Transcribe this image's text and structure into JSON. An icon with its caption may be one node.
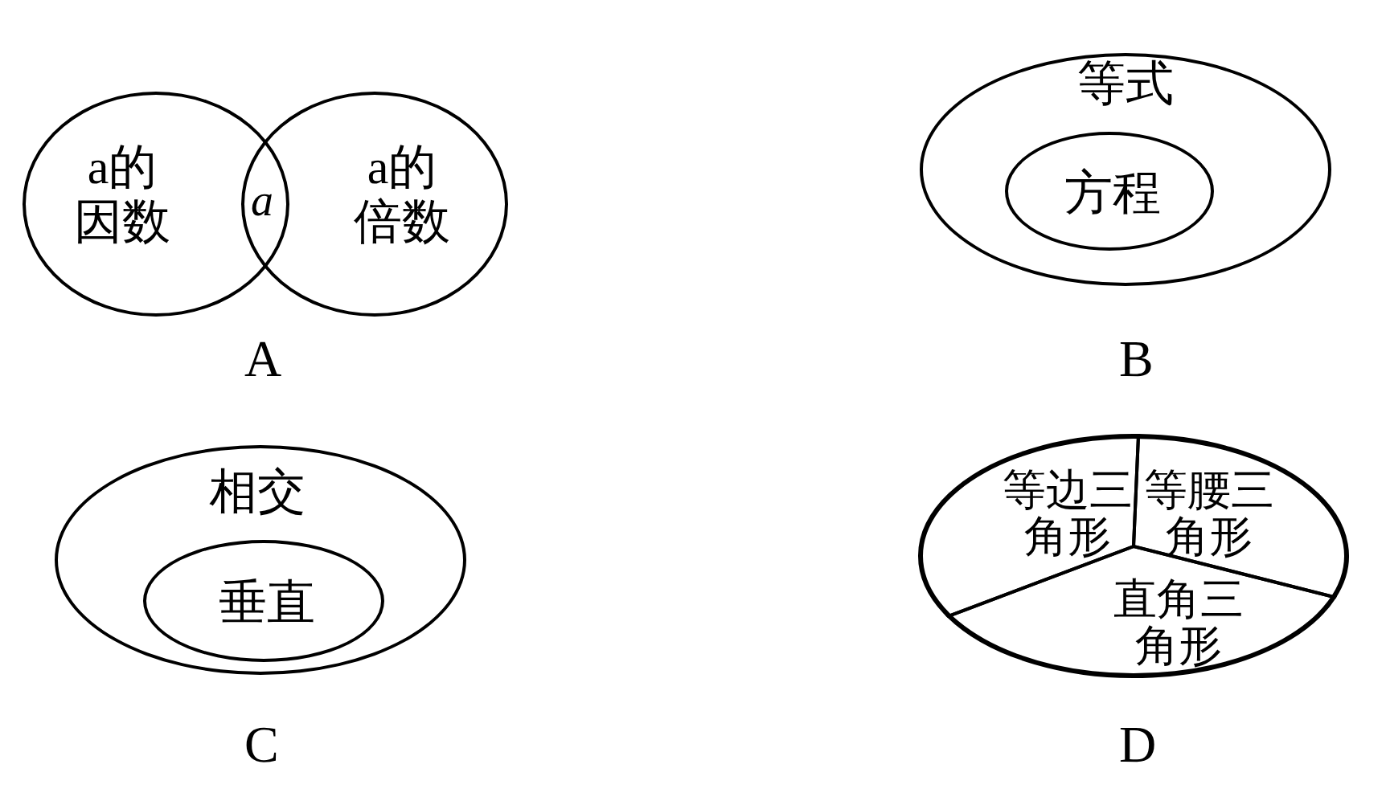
{
  "diagram": {
    "nodes": [
      {
        "text": [
          "a的因数"
        ]
      },
      {
        "text": [
          "a的倍数"
        ]
      },
      {
        "text": [
          "等式"
        ]
      },
      {
        "text": [
          "方程"
        ],
        "in": 2
      },
      {
        "text": [
          "相交"
        ]
      },
      {
        "text": [
          "垂直"
        ],
        "in": 4
      },
      {
        "text": [],
        "shape": "ellipse"
      },
      {
        "text": [
          "等边三角形"
        ],
        "in": 6
      },
      {
        "text": [
          "等腰三角形"
        ],
        "in": 6
      },
      {
        "text": [
          "直角三角形"
        ],
        "in": 6
      }
    ],
    "edges": [],
    "labels": [
      "a",
      "A",
      "B",
      "C",
      "D"
    ]
  }
}
